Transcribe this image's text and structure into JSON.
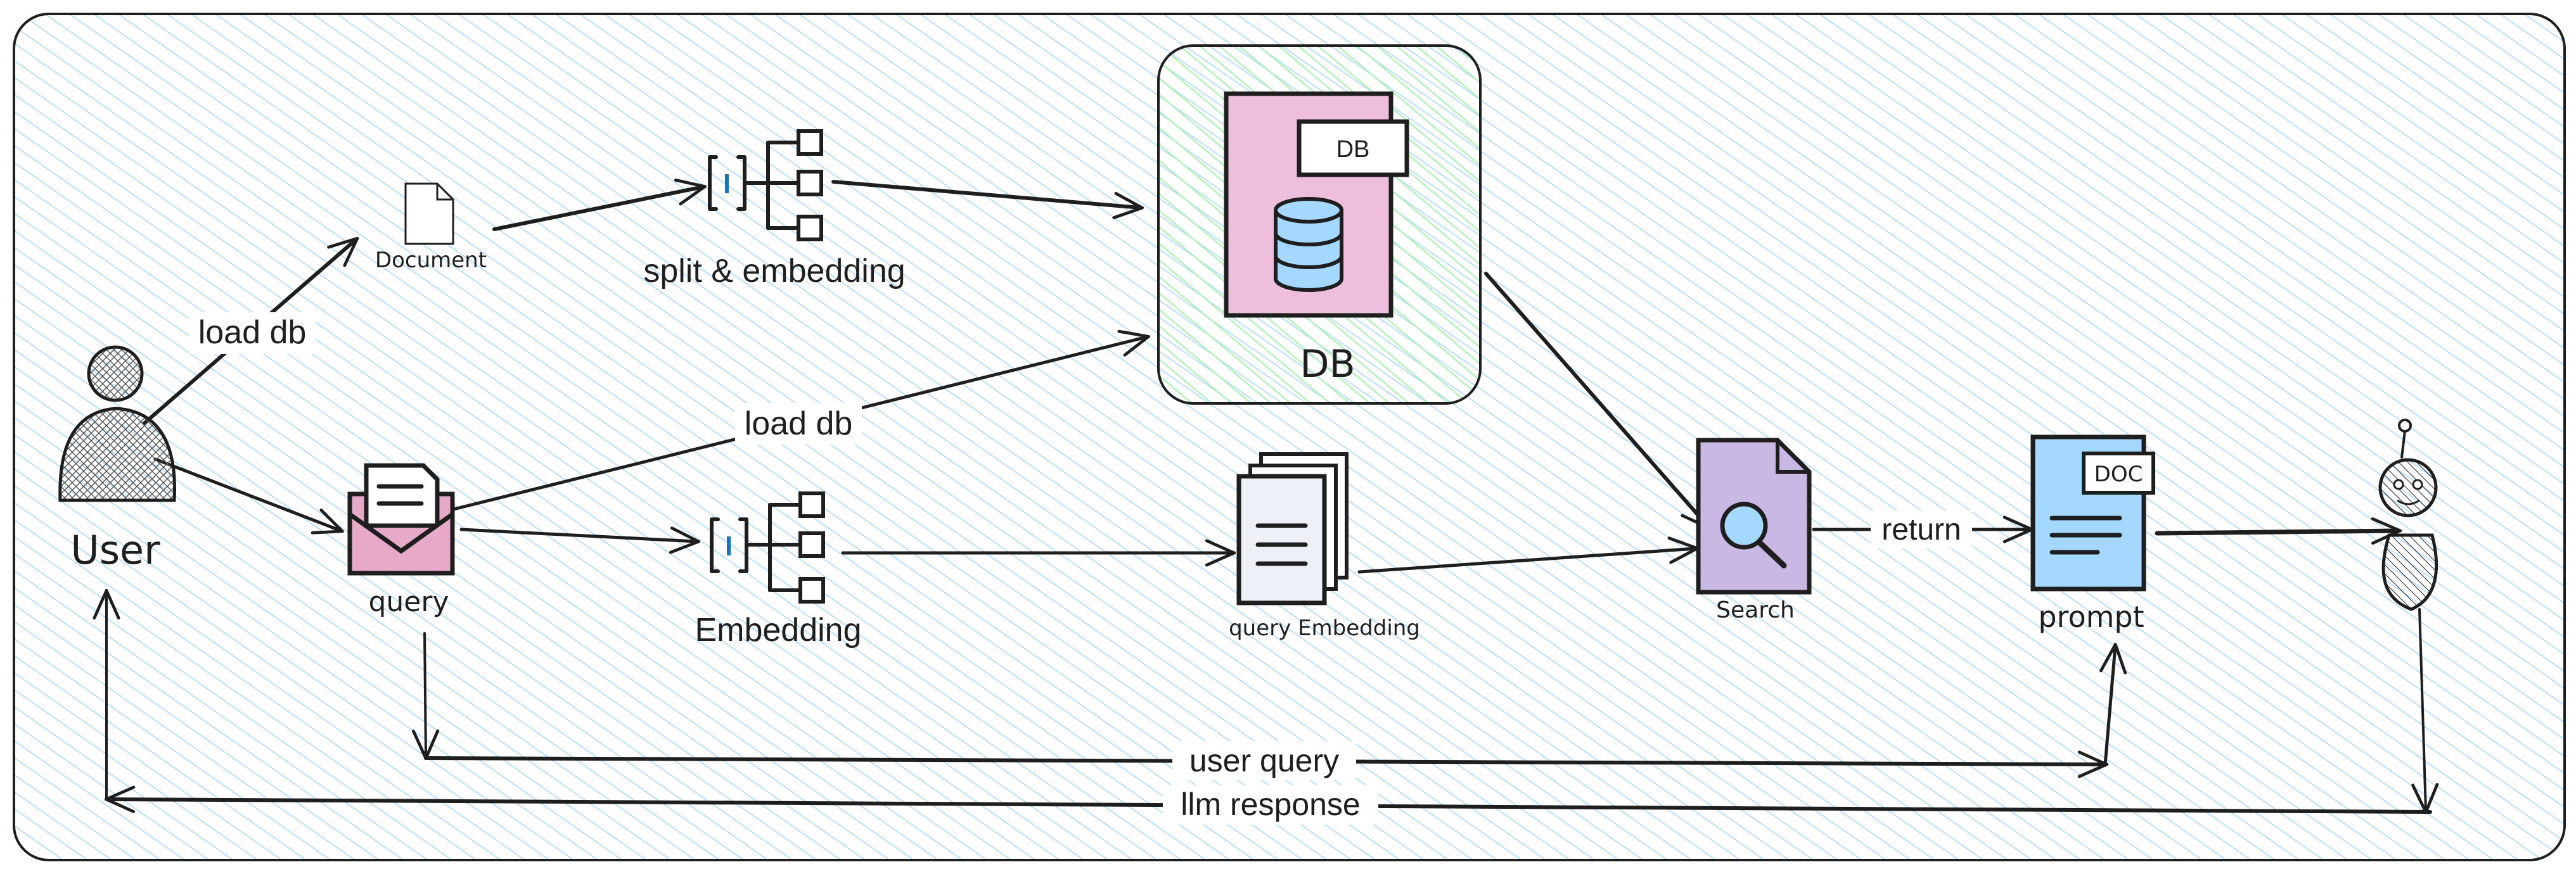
{
  "colors": {
    "frame_hatch": "#a5d8ff",
    "db_box_hatch": "#b2f2bb",
    "db_card": "#eebedd",
    "cylinder": "#a5d8ff",
    "envelope": "#e6a9c8",
    "search_file": "#c9b8e3",
    "prompt_file": "#a5d8ff",
    "stroke": "#1e1e1e",
    "icon_accent": "#1971c2"
  },
  "nodes": {
    "user": {
      "label": "User"
    },
    "document": {
      "label": "Document"
    },
    "split_embedding": {
      "label": "split & embedding"
    },
    "db": {
      "label": "DB",
      "card_tag": "DB"
    },
    "query": {
      "label": "query"
    },
    "embedding": {
      "label": "Embedding"
    },
    "query_embedding": {
      "label": "query Embedding"
    },
    "search": {
      "label": "Search"
    },
    "prompt": {
      "label": "prompt",
      "card_tag": "DOC"
    },
    "llm": {
      "icon": "robot-icon"
    }
  },
  "edges": {
    "load_db_user": "load db",
    "load_db_query": "load db",
    "return": "return",
    "user_query": "user query",
    "llm_response": "llm response"
  }
}
